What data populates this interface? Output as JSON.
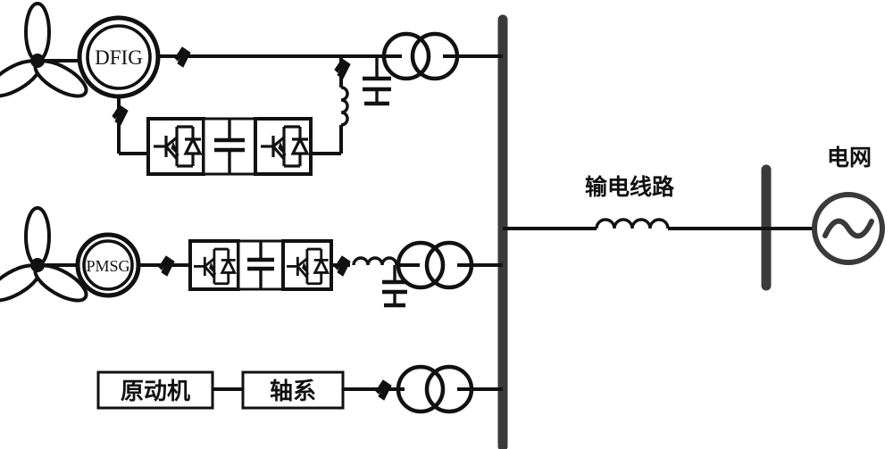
{
  "diagram": {
    "title": "Wind power grid-connected system single-line diagram",
    "background_color": "#ffffff",
    "line_color": "#111111",
    "bus_color": "#3a3a3a"
  },
  "labels": {
    "transmission_line": "输电线路",
    "power_grid": "电网",
    "prime_mover": "原动机",
    "shaft_system": "轴系"
  },
  "machines": {
    "dfig": "DFIG",
    "pmsg": "PMSG"
  },
  "branches": [
    {
      "id": "dfig-branch",
      "machine": "DFIG",
      "components": [
        "wind-turbine",
        "dfig-generator",
        "circuit-breaker",
        "rotor-side-converter",
        "dc-link-capacitor",
        "grid-side-converter",
        "filter-inductor",
        "filter-capacitor",
        "transformer"
      ]
    },
    {
      "id": "pmsg-branch",
      "machine": "PMSG",
      "components": [
        "wind-turbine",
        "pmsg-generator",
        "circuit-breaker",
        "machine-side-converter",
        "dc-link-capacitor",
        "grid-side-converter",
        "circuit-breaker",
        "filter-inductor",
        "filter-capacitor",
        "transformer"
      ]
    },
    {
      "id": "synchronous-branch",
      "machine": "原动机",
      "components": [
        "prime-mover-box",
        "shaft-system-box",
        "circuit-breaker",
        "transformer"
      ]
    }
  ],
  "grid": {
    "source_type": "ac-source",
    "bus_count": 2
  }
}
